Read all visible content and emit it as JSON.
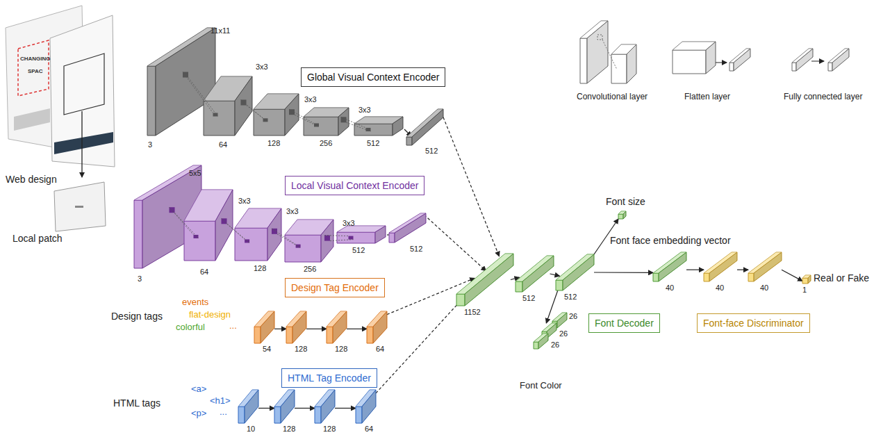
{
  "diagram": {
    "nodes": [
      {
        "text": [
          "Global Visual Context Encoder"
        ]
      },
      {
        "text": [
          "Local Visual Context Encoder"
        ]
      },
      {
        "text": [
          "Design Tag Encoder"
        ]
      },
      {
        "text": [
          "HTML Tag Encoder"
        ]
      },
      {
        "text": [
          "Font Decoder"
        ]
      },
      {
        "text": [
          "Font-face Discriminator"
        ]
      },
      {
        "text": [
          "512"
        ]
      },
      {
        "text": [
          "512"
        ]
      },
      {
        "text": [
          "54"
        ]
      },
      {
        "text": [
          "128"
        ]
      },
      {
        "text": [
          "128"
        ]
      },
      {
        "text": [
          "64"
        ]
      },
      {
        "text": [
          "10"
        ]
      },
      {
        "text": [
          "128"
        ]
      },
      {
        "text": [
          "128"
        ]
      },
      {
        "text": [
          "64"
        ]
      },
      {
        "text": [
          "1152"
        ]
      },
      {
        "text": [
          "512"
        ]
      },
      {
        "text": [
          "512"
        ]
      },
      {
        "text": [
          "Font size"
        ]
      },
      {
        "text": [
          "Font face embedding vector",
          "40"
        ]
      },
      {
        "text": [
          "40"
        ]
      },
      {
        "text": [
          "40"
        ]
      },
      {
        "text": [
          "1",
          "Real or Fake"
        ]
      },
      {
        "text": [
          "26"
        ]
      },
      {
        "text": [
          "26"
        ]
      },
      {
        "text": [
          "26"
        ]
      }
    ],
    "edges": [
      {
        "from": 6,
        "to": 16,
        "arrow": "to"
      },
      {
        "from": 7,
        "to": 16,
        "arrow": "to"
      },
      {
        "from": 11,
        "to": 16,
        "arrow": "to"
      },
      {
        "from": 15,
        "to": 16,
        "arrow": "to"
      },
      {
        "from": 8,
        "to": 9,
        "arrow": "to"
      },
      {
        "from": 9,
        "to": 10,
        "arrow": "to"
      },
      {
        "from": 10,
        "to": 11,
        "arrow": "to"
      },
      {
        "from": 12,
        "to": 13,
        "arrow": "to"
      },
      {
        "from": 13,
        "to": 14,
        "arrow": "to"
      },
      {
        "from": 14,
        "to": 15,
        "arrow": "to"
      },
      {
        "from": 16,
        "to": 17,
        "arrow": "to"
      },
      {
        "from": 17,
        "to": 18,
        "arrow": "to"
      },
      {
        "from": 18,
        "to": 19,
        "arrow": "to"
      },
      {
        "from": 18,
        "to": 20,
        "arrow": "to"
      },
      {
        "from": 20,
        "to": 21,
        "arrow": "to"
      },
      {
        "from": 21,
        "to": 22,
        "arrow": "to"
      },
      {
        "from": 22,
        "to": 23,
        "arrow": "to"
      },
      {
        "from": 18,
        "to": 25,
        "arrow": "to"
      }
    ],
    "labels": [
      "11x11",
      "3",
      "64",
      "3x3",
      "128",
      "3x3",
      "256",
      "3x3",
      "512",
      "Web design",
      "Local patch",
      "CHANGING",
      "SPAC",
      "5x5",
      "3",
      "64",
      "3x3",
      "128",
      "3x3",
      "256",
      "3x3",
      "512",
      "Design tags",
      "events",
      "flat-design",
      "colorful",
      "...",
      "HTML tags",
      "<a>",
      "<h1>",
      "<p>",
      "...",
      "Font Color"
    ],
    "legend": [
      {
        "text": "Convolutional layer"
      },
      {
        "text": "Flatten layer"
      },
      {
        "text": "Fully connected layer"
      }
    ]
  }
}
